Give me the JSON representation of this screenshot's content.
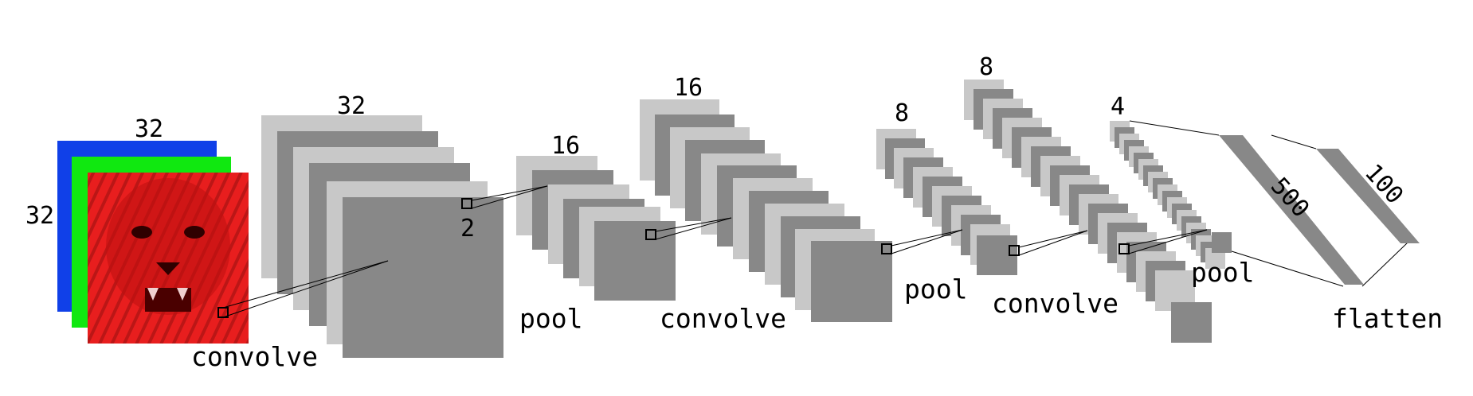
{
  "colors": {
    "light": "#c8c8c8",
    "dark": "#888888",
    "blue": "#1040e8",
    "green": "#10e810",
    "red": "#e81e1e",
    "line": "#000000"
  },
  "input": {
    "channel_colors": [
      "blue",
      "green",
      "red"
    ],
    "image_name": "tiger-photo",
    "width_label": "32",
    "height_label": "32"
  },
  "layers": {
    "conv1_size": "32",
    "pool1_size": "16",
    "conv2_size": "16",
    "pool2_size": "8",
    "conv3_size": "8",
    "pool3_size": "4",
    "kernel_label": "2"
  },
  "operations": {
    "convolve_1": "convolve",
    "pool_1": "pool",
    "convolve_2": "convolve",
    "pool_2": "pool",
    "convolve_3": "convolve",
    "pool_3": "pool",
    "flatten": "flatten"
  },
  "dense": {
    "units_1": "500",
    "units_2": "100"
  }
}
